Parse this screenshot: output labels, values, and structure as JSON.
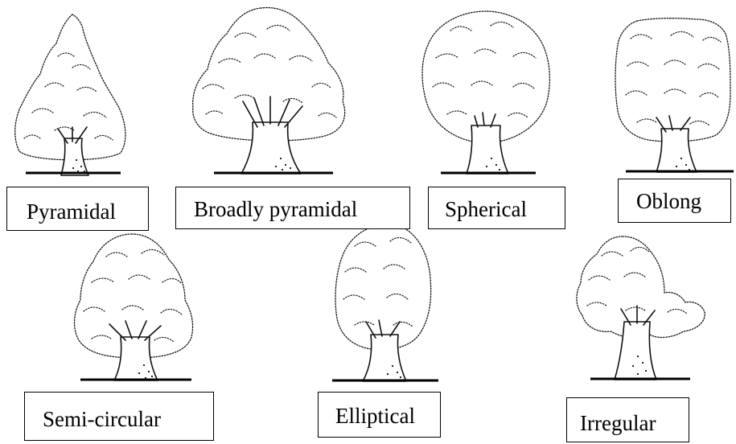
{
  "tree_shapes": [
    {
      "id": "pyramidal",
      "label": "Pyramidal",
      "shape": "pyramidal"
    },
    {
      "id": "broadly-pyramidal",
      "label": "Broadly pyramidal",
      "shape": "broadly-pyramidal"
    },
    {
      "id": "spherical",
      "label": "Spherical",
      "shape": "spherical"
    },
    {
      "id": "oblong",
      "label": "Oblong",
      "shape": "oblong"
    },
    {
      "id": "semi-circular",
      "label": "Semi-circular",
      "shape": "semi-circular"
    },
    {
      "id": "elliptical",
      "label": "Elliptical",
      "shape": "elliptical"
    },
    {
      "id": "irregular",
      "label": "Irregular",
      "shape": "irregular"
    }
  ]
}
